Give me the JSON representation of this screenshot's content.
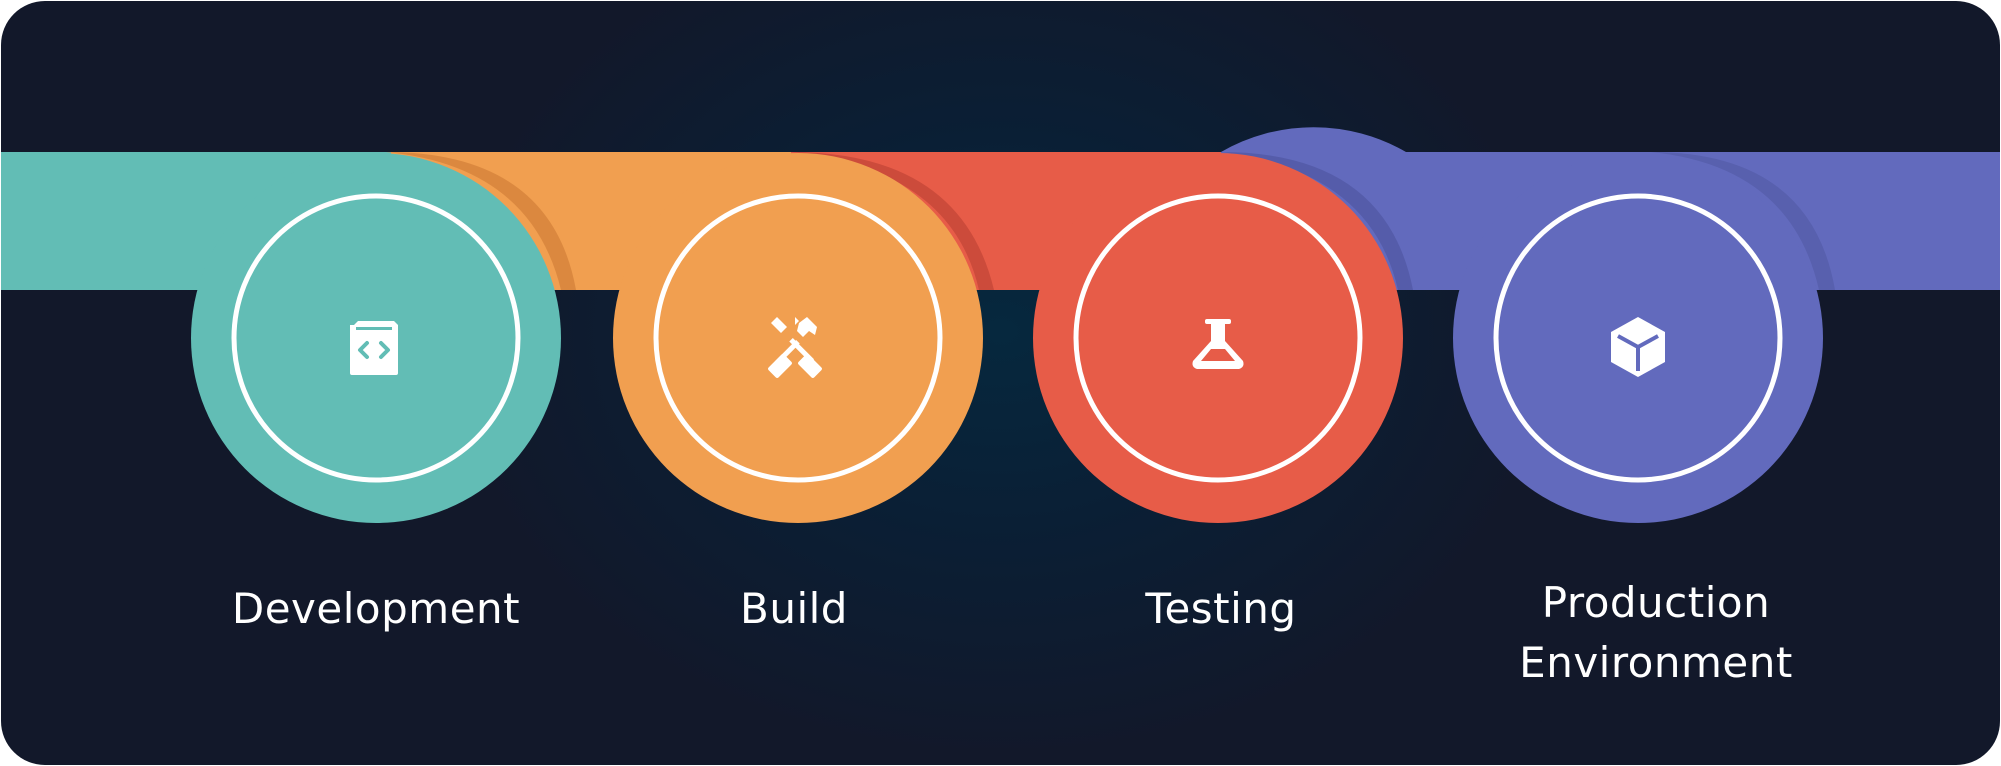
{
  "pipeline": {
    "stages": [
      {
        "id": "development",
        "label": "Development",
        "color": "#62bdb5",
        "shade": "#3a8e87",
        "icon": "code-box-icon"
      },
      {
        "id": "build",
        "label": "Build",
        "color": "#f19f50",
        "shade": "#d8843b",
        "icon": "hammer-wrench-icon"
      },
      {
        "id": "testing",
        "label": "Testing",
        "color": "#e75c48",
        "shade": "#c94535",
        "icon": "flask-icon"
      },
      {
        "id": "production",
        "label": "Production Environment",
        "color": "#626abd",
        "shade": "#4b529f",
        "icon": "cube-icon"
      }
    ]
  }
}
